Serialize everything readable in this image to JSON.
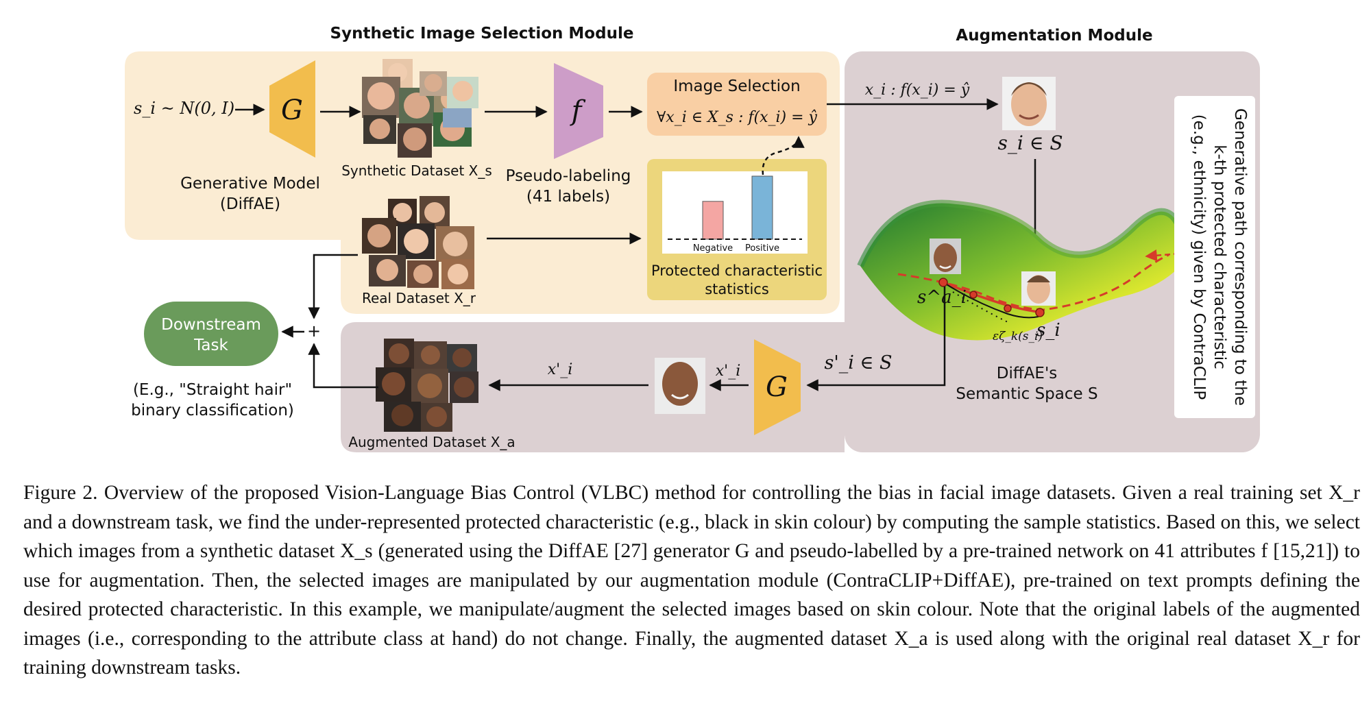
{
  "figure": {
    "titles": {
      "selection": "Synthetic Image Selection Module",
      "augmentation": "Augmentation Module"
    },
    "noise_label": "s_i ~ N(0, I)",
    "generator_symbol": "G",
    "classifier_symbol": "f",
    "generative_model_label": [
      "Generative Model",
      "(DiffAE)"
    ],
    "synthetic_dataset_label": "Synthetic Dataset X_s",
    "pseudo_labeling_label": [
      "Pseudo-labeling",
      "(41 labels)"
    ],
    "image_selection": {
      "title": "Image Selection",
      "condition": "∀x_i ∈ X_s : f(x_i) = ŷ"
    },
    "selected_condition": "x_i : f(x_i) = ŷ",
    "latent_in_space": "s_i ∈ S",
    "stats": {
      "title": [
        "Protected characteristic",
        "statistics"
      ],
      "legend": [
        "Negative",
        "Positive"
      ],
      "chart_data": {
        "type": "bar",
        "categories": [
          "Negative",
          "Positive"
        ],
        "values": [
          0.45,
          0.75
        ],
        "colors": [
          "#f4a6a3",
          "#7ab4d8"
        ]
      }
    },
    "real_dataset_label": "Real Dataset X_r",
    "downstream_task": [
      "Downstream",
      "Task"
    ],
    "downstream_example": [
      "(E.g., \"Straight hair\"",
      "binary classification)"
    ],
    "plus_sign": "+",
    "augmented_dataset_label": "Augmented Dataset X_a",
    "x_prime_top": "x'_i",
    "x_prime_mid": "x'_i",
    "s_prime_label": "s'_i ∈ S",
    "s_a_label": "s^a_i",
    "s_label": "s_i",
    "epsilon_label": "εζ_k(s_i)",
    "semantic_space_label": [
      "DiffAE's",
      "Semantic Space S"
    ],
    "side_text": [
      "Generative path corresponding to the",
      "k-th protected characteristic",
      "(e.g., ethnicity) given by ContraCLIP"
    ]
  },
  "caption": {
    "sentences": [
      "Figure 2.  Overview of the proposed Vision-Language Bias Control (VLBC) method for controlling the bias in facial image datasets.",
      "Given a real training set X_r and a downstream task, we find the under-represented protected characteristic (e.g., black in skin colour)",
      "by computing the sample statistics. Based on this, we select which images from a synthetic dataset X_s (generated using the DiffAE [27]",
      "generator G and pseudo-labelled by a pre-trained network on 41 attributes f [15,21]) to use for augmentation. Then, the selected images are",
      "manipulated by our augmentation module (ContraCLIP+DiffAE), pre-trained on text prompts defining the desired protected characteristic.",
      "In this example, we manipulate/augment the selected images based on skin colour. Note that the original labels of the augmented images",
      "(i.e., corresponding to the attribute class at hand) do not change. Finally, the augmented dataset X_a is used along with the original real",
      "dataset X_r for training downstream tasks."
    ]
  }
}
